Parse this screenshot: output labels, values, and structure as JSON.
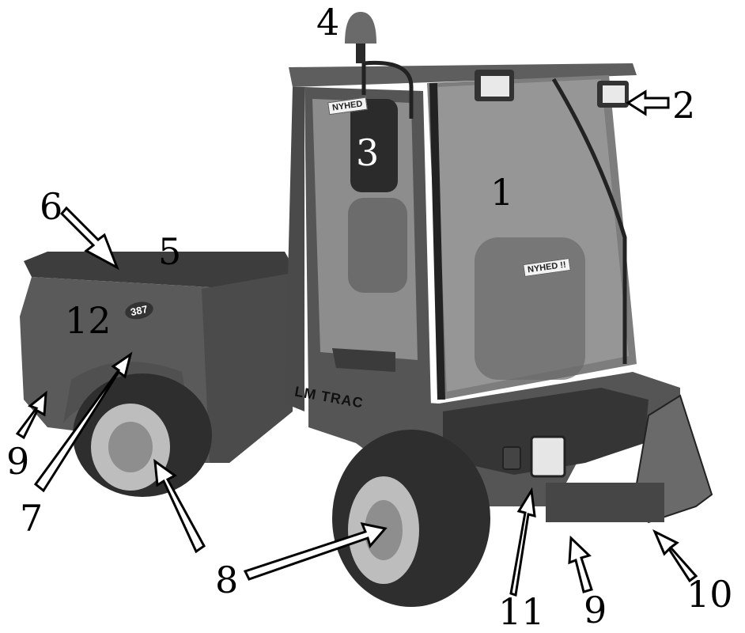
{
  "callouts": [
    {
      "id": "1",
      "label": "1"
    },
    {
      "id": "2",
      "label": "2"
    },
    {
      "id": "3",
      "label": "3"
    },
    {
      "id": "4",
      "label": "4"
    },
    {
      "id": "5",
      "label": "5"
    },
    {
      "id": "6",
      "label": "6"
    },
    {
      "id": "7",
      "label": "7"
    },
    {
      "id": "8",
      "label": "8"
    },
    {
      "id": "9a",
      "label": "9"
    },
    {
      "id": "9b",
      "label": "9"
    },
    {
      "id": "10",
      "label": "10"
    },
    {
      "id": "11",
      "label": "11"
    },
    {
      "id": "12",
      "label": "12"
    }
  ],
  "decals": {
    "cab_sign_top": "NYHED",
    "cab_sign_window": "NYHED !!",
    "brand": "LM TRAC",
    "model": "387"
  },
  "colors": {
    "body": "#5a5a5a",
    "body_dark": "#3a3a3a",
    "glass": "#8d8d8d",
    "tire": "#2e2e2e",
    "rim": "#bdbdbd",
    "arrow_fill": "#ffffff",
    "arrow_stroke": "#000000"
  }
}
